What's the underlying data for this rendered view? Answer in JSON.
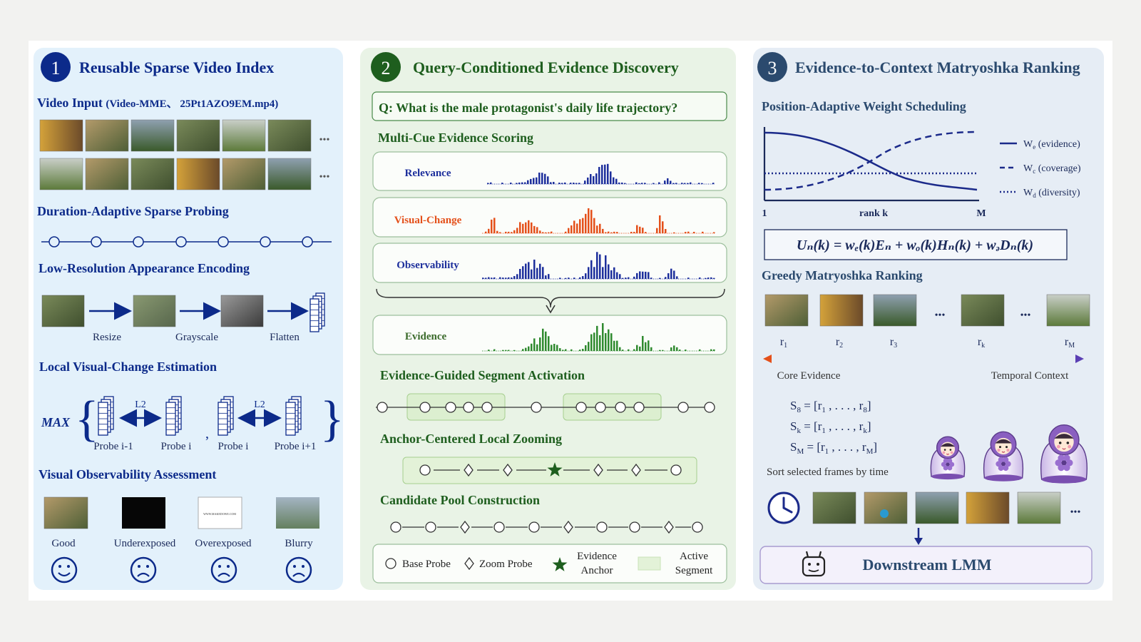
{
  "panel1": {
    "number": "1",
    "title": "Reusable Sparse Video Index",
    "video_input_label": "Video Input",
    "video_input_source": "(Video-MME、 25Pt1AZO9EM.mp4)",
    "ellipsis": "•••",
    "sparse_probing_title": "Duration-Adaptive Sparse Probing",
    "appearance_title": "Low-Resolution Appearance Encoding",
    "steps": [
      "Resize",
      "Grayscale",
      "Flatten"
    ],
    "visual_change_title": "Local Visual-Change Estimation",
    "max_label": "MAX",
    "l2_label": "L2",
    "probes": [
      "Probe i-1",
      "Probe i",
      "Probe i",
      "Probe i+1"
    ],
    "observability_title": "Visual Observability Assessment",
    "qualities": [
      "Good",
      "Underexposed",
      "Overexposed",
      "Blurry"
    ],
    "overexposed_watermark": "WWW.MAKEDOWE.COM"
  },
  "panel2": {
    "number": "2",
    "title": "Query-Conditioned Evidence Discovery",
    "query": "Q:  What is the male protagonist's daily life trajectory?",
    "scoring_title": "Multi-Cue Evidence Scoring",
    "cues": [
      "Relevance",
      "Visual-Change",
      "Observability"
    ],
    "evidence_label": "Evidence",
    "activation_title": "Evidence-Guided Segment Activation",
    "zooming_title": "Anchor-Centered Local Zooming",
    "pool_title": "Candidate Pool Construction",
    "legend": {
      "base_probe": "Base Probe",
      "zoom_probe": "Zoom Probe",
      "evidence_anchor": [
        "Evidence",
        "Anchor"
      ],
      "active_segment": [
        "Active",
        "Segment"
      ]
    }
  },
  "panel3": {
    "number": "3",
    "title": "Evidence-to-Context Matryoshka Ranking",
    "weight_title": "Position-Adaptive Weight Scheduling",
    "weight_chart": {
      "x_start": "1",
      "x_label": "rank k",
      "x_end": "M",
      "legend": [
        {
          "sym": "W",
          "sub": "e",
          "desc": "(evidence)",
          "style": "solid"
        },
        {
          "sym": "W",
          "sub": "c",
          "desc": "(coverage)",
          "style": "dashed"
        },
        {
          "sym": "W",
          "sub": "d",
          "desc": "(diversity)",
          "style": "dotted"
        }
      ]
    },
    "formula": "Uₙ(k) = wₑ(k)Eₙ + wₒ(k)Hₙ(k) + wₔDₙ(k)",
    "ranking_title": "Greedy Matryoshka Ranking",
    "ranks": [
      {
        "r": "r",
        "sub": "1"
      },
      {
        "r": "r",
        "sub": "2"
      },
      {
        "r": "r",
        "sub": "3"
      },
      {
        "r": "r",
        "sub": "k"
      },
      {
        "r": "r",
        "sub": "M"
      }
    ],
    "core_evidence": "Core Evidence",
    "temporal_context": "Temporal Context",
    "sets": [
      {
        "s": "S",
        "sub": "8",
        "body": " = [r",
        "b1": "1",
        "mid": " , . . . , r",
        "b2": "8",
        "end": "]"
      },
      {
        "s": "S",
        "sub": "k",
        "body": " = [r",
        "b1": "1",
        "mid": " , . . . , r",
        "b2": "k",
        "end": "]"
      },
      {
        "s": "S",
        "sub": "M",
        "body": " = [r",
        "b1": "1",
        "mid": " , . . . , r",
        "b2": "M",
        "end": "]"
      }
    ],
    "sort_caption": "Sort selected frames by time",
    "downstream": "Downstream LMM"
  },
  "colors": {
    "blue_dark": "#0c2a8a",
    "green_dark": "#1e5e1e",
    "slate_dark": "#2b4a6e",
    "relevance": "#1d2f9c",
    "visual_change": "#e4501a",
    "observability": "#1d2f9c",
    "evidence": "#2f8a2f"
  }
}
